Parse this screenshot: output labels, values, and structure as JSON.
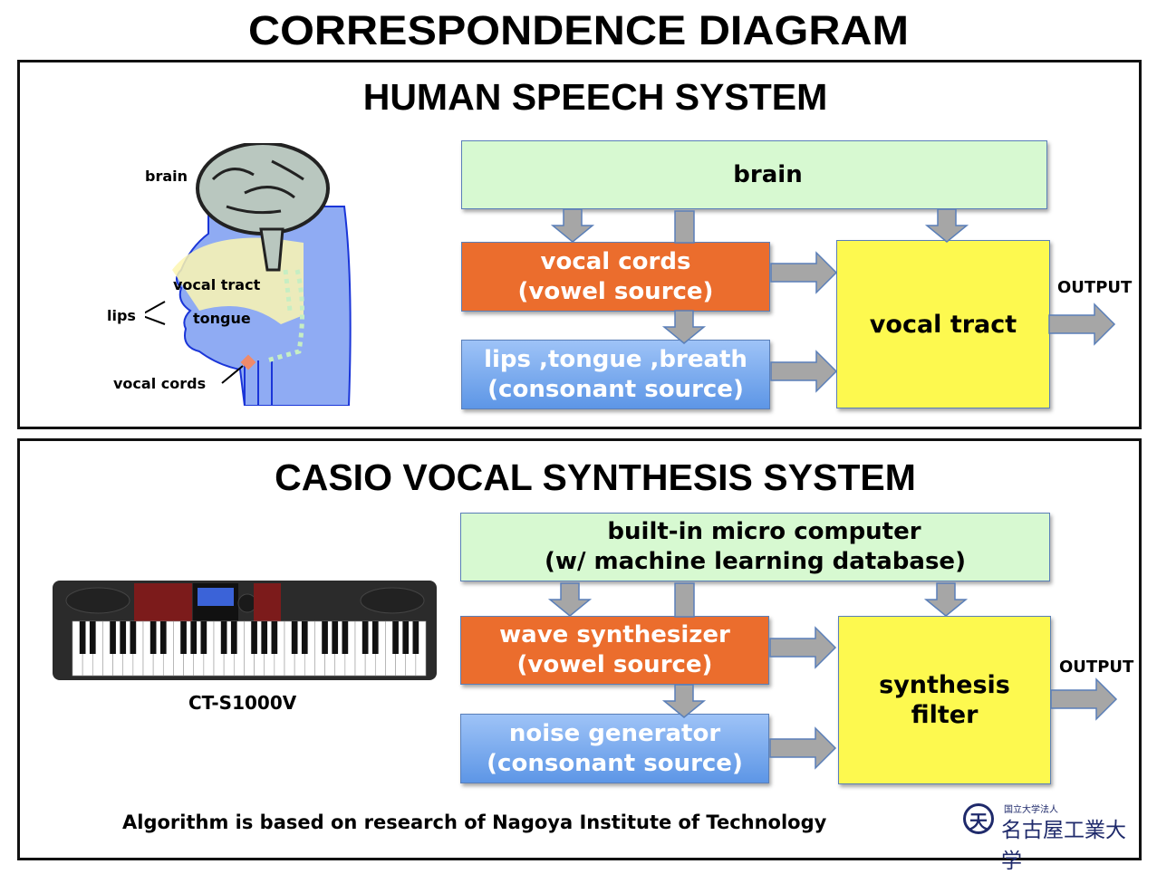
{
  "title": "CORRESPONDENCE DIAGRAM",
  "human": {
    "heading": "HUMAN SPEECH SYSTEM",
    "illustration_labels": {
      "brain": "brain",
      "vocal_tract": "vocal tract",
      "lips": "lips",
      "tongue": "tongue",
      "vocal_cords": "vocal cords"
    },
    "blocks": {
      "top": "brain",
      "vowel_line1": "vocal cords",
      "vowel_line2": "(vowel source)",
      "consonant_line1": "lips ,tongue ,breath",
      "consonant_line2": "(consonant source)",
      "filter": "vocal tract"
    },
    "output_label": "OUTPUT"
  },
  "casio": {
    "heading": "CASIO VOCAL SYNTHESIS SYSTEM",
    "product_label": "CT-S1000V",
    "blocks": {
      "top_line1": "built-in micro computer",
      "top_line2": "(w/ machine learning database)",
      "vowel_line1": "wave synthesizer",
      "vowel_line2": "(vowel source)",
      "consonant_line1": "noise generator",
      "consonant_line2": "(consonant source)",
      "filter_line1": "synthesis",
      "filter_line2": "filter"
    },
    "output_label": "OUTPUT",
    "footnote": "Algorithm is based on research of Nagoya Institute of Technology",
    "logo": {
      "sub": "国立大学法人",
      "name": "名古屋工業大学",
      "emblem": "天"
    }
  },
  "colors": {
    "green_block": "#d7f9d1",
    "orange_block": "#eb6d2d",
    "blue_block": "#6fa3ec",
    "yellow_block": "#fdf94f",
    "arrow_fill": "#a6a6a6",
    "arrow_stroke": "#5a7fb8"
  }
}
